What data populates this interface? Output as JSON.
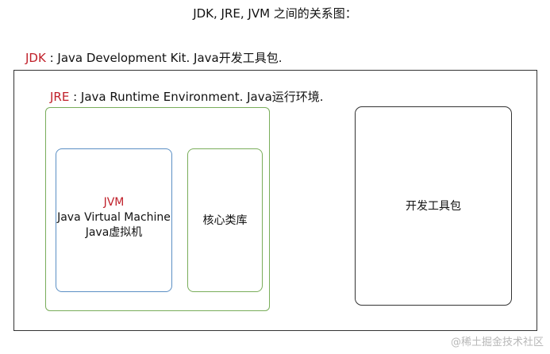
{
  "title": "JDK, JRE, JVM 之间的关系图：",
  "jdk": {
    "abbr": "JDK",
    "description": " : Java Development Kit. Java开发工具包."
  },
  "jre": {
    "abbr": "JRE",
    "description": " : Java Runtime Environment. Java运行环境."
  },
  "jvm": {
    "abbr": "JVM",
    "full_name": "Java Virtual Machine",
    "chinese_name": "Java虚拟机"
  },
  "core_library": "核心类库",
  "dev_tools": "开发工具包",
  "watermark": "@稀土掘金技术社区",
  "colors": {
    "abbreviation": "#c0202a",
    "jdk_border": "#333333",
    "jre_border": "#79ad5a",
    "jvm_border": "#5b8fc4"
  }
}
